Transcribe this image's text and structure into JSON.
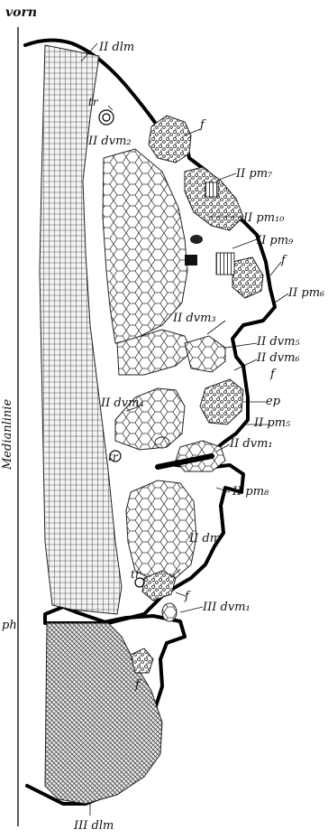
{
  "header_text": "vorn",
  "side_label": "Medianlinie",
  "labels": {
    "ii_dlm": "II dlm",
    "tr_upper": "tr",
    "f_1": "f",
    "ii_dvm2": "II dvm₂",
    "ii_pm7": "II pm₇",
    "ii_pm10": "II pm₁₀",
    "ii_pm9": "II pm₉",
    "f_2": "f",
    "ii_pm6": "II pm₆",
    "ii_dvm3": "II dvm₃",
    "ii_dvm5": "II dvm₅",
    "ii_dvm6": "II dvm₆",
    "f_3": "f",
    "ii_dvm4": "II dvm₄",
    "ep": "ep",
    "ii_pm5": "II pm₅",
    "tr_mid": "tr",
    "ii_dvm1": "II dvm₁",
    "ii_pm8": "II pm₈",
    "ii_dm": "II dm",
    "tr_lower": "tr",
    "f_4": "f",
    "ph": "ph",
    "iii_dvm1": "III dvm₁",
    "f_5": "f",
    "iii_dlm": "III dlm"
  }
}
